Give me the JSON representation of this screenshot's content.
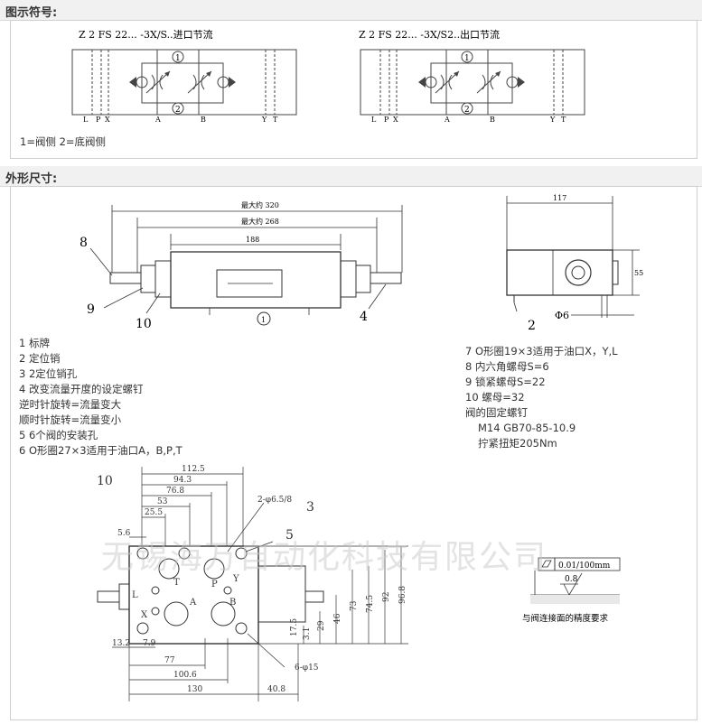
{
  "section1": {
    "title": "图示符号:",
    "symbol_left": {
      "caption": "Z 2 FS 22... -3X/S..进口节流",
      "ports": [
        "L",
        "P",
        "X",
        "A",
        "B",
        "Y",
        "T"
      ],
      "circle1": "1",
      "circle2": "2"
    },
    "symbol_right": {
      "caption": "Z 2 FS 22... -3X/S2..出口节流",
      "ports": [
        "L",
        "P",
        "X",
        "A",
        "B",
        "Y",
        "T"
      ],
      "circle1": "1",
      "circle2": "2"
    },
    "note": "1=阀侧   2=底阀侧"
  },
  "section2": {
    "title": "外形尺寸:",
    "front_view": {
      "dim_max320": "最大约 320",
      "dim_max268": "最大约 268",
      "dim_188": "188",
      "callout_8": "8",
      "callout_9": "9",
      "callout_10": "10",
      "callout_4": "4",
      "callout_1": "1"
    },
    "side_view": {
      "dim_117": "117",
      "dim_55": "55",
      "dim_phi6": "Φ6",
      "callout_2": "2"
    },
    "legend_left": [
      "1 标牌",
      "2 定位销",
      "3 2定位销孔",
      "4 改变流量开度的设定螺钉",
      "逆时针旋转=流量变大",
      "顺时针旋转=流量变小",
      "5 6个阀的安装孔",
      "6 O形圈27×3适用于油口A，B,P,T"
    ],
    "legend_right": [
      "7 O形圈19×3适用于油口X，Y,L",
      "8 内六角螺母S=6",
      "9 锁紧螺母S=22",
      "10 螺母=32",
      "阀的固定螺钉",
      "M14 GB70-85-10.9",
      "拧紧扭矩205Nm"
    ],
    "watermark": "无锡海万自动化科技有限公司",
    "plan_view": {
      "callout_10": "10",
      "callout_3": "3",
      "callout_5": "5",
      "hole_label_top": "2-φ6.5/8",
      "hole_label_bottom": "6-φ15",
      "top_dims": [
        "112.5",
        "94.3",
        "76.8",
        "53",
        "25.5",
        "5.6"
      ],
      "right_dims": [
        "96.8",
        "92",
        "74.5",
        "73",
        "46",
        "29",
        "17.5",
        "3.1"
      ],
      "left_dims": [
        "13.2",
        "7.9"
      ],
      "bottom_dims": [
        "77",
        "100.6",
        "130",
        "40.8"
      ],
      "ports": [
        "L",
        "T",
        "P",
        "Y",
        "X",
        "A",
        "B"
      ]
    },
    "surface_spec": {
      "tolerance": "0.01/100mm",
      "roughness": "0.8",
      "caption": "与阀连接面的精度要求"
    }
  }
}
